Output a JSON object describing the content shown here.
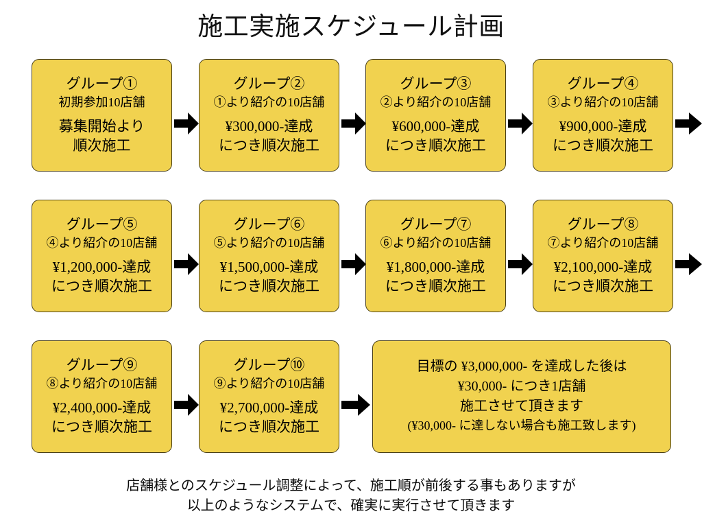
{
  "title": "施工実施スケジュール計画",
  "colors": {
    "box_fill": "#f1d24f",
    "box_border": "#4a4018",
    "arrow": "#000000",
    "text": "#000000",
    "background": "#ffffff"
  },
  "groups": [
    {
      "id": 1,
      "title": "グループ①",
      "subtitle": "初期参加10店舗",
      "amount": "募集開始より",
      "tail": "順次施工"
    },
    {
      "id": 2,
      "title": "グループ②",
      "subtitle": "①より紹介の10店舗",
      "amount": "¥300,000-達成",
      "tail": "につき順次施工"
    },
    {
      "id": 3,
      "title": "グループ③",
      "subtitle": "②より紹介の10店舗",
      "amount": "¥600,000-達成",
      "tail": "につき順次施工"
    },
    {
      "id": 4,
      "title": "グループ④",
      "subtitle": "③より紹介の10店舗",
      "amount": "¥900,000-達成",
      "tail": "につき順次施工"
    },
    {
      "id": 5,
      "title": "グループ⑤",
      "subtitle": "④より紹介の10店舗",
      "amount": "¥1,200,000-達成",
      "tail": "につき順次施工"
    },
    {
      "id": 6,
      "title": "グループ⑥",
      "subtitle": "⑤より紹介の10店舗",
      "amount": "¥1,500,000-達成",
      "tail": "につき順次施工"
    },
    {
      "id": 7,
      "title": "グループ⑦",
      "subtitle": "⑥より紹介の10店舗",
      "amount": "¥1,800,000-達成",
      "tail": "につき順次施工"
    },
    {
      "id": 8,
      "title": "グループ⑧",
      "subtitle": "⑦より紹介の10店舗",
      "amount": "¥2,100,000-達成",
      "tail": "につき順次施工"
    },
    {
      "id": 9,
      "title": "グループ⑨",
      "subtitle": "⑧より紹介の10店舗",
      "amount": "¥2,400,000-達成",
      "tail": "につき順次施工"
    },
    {
      "id": 10,
      "title": "グループ⑩",
      "subtitle": "⑨より紹介の10店舗",
      "amount": "¥2,700,000-達成",
      "tail": "につき順次施工"
    }
  ],
  "final_box": {
    "line1": "目標の ¥3,000,000- を達成した後は",
    "line2": "¥30,000- につき1店舗",
    "line3": "施工させて頂きます",
    "line4": "(¥30,000- に達しない場合も施工致します)"
  },
  "footer": {
    "line1": "店舗様とのスケジュール調整によって、施工順が前後する事もありますが",
    "line2": "以上のようなシステムで、確実に実行させて頂きます"
  },
  "arrows": {
    "count": 11,
    "direction": "right",
    "label": "flow-arrow"
  }
}
